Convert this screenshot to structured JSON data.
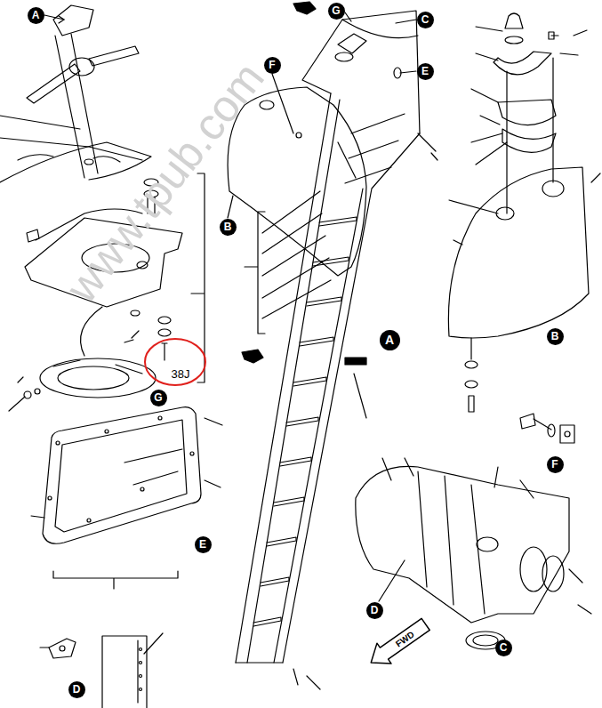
{
  "diagram": {
    "labels": [
      "www.tpub.com",
      "A",
      "G",
      "C",
      "F",
      "E",
      "B",
      "A",
      "B",
      "C",
      "D",
      "F",
      "G",
      "E",
      "D",
      "38J",
      "FWD"
    ]
  }
}
